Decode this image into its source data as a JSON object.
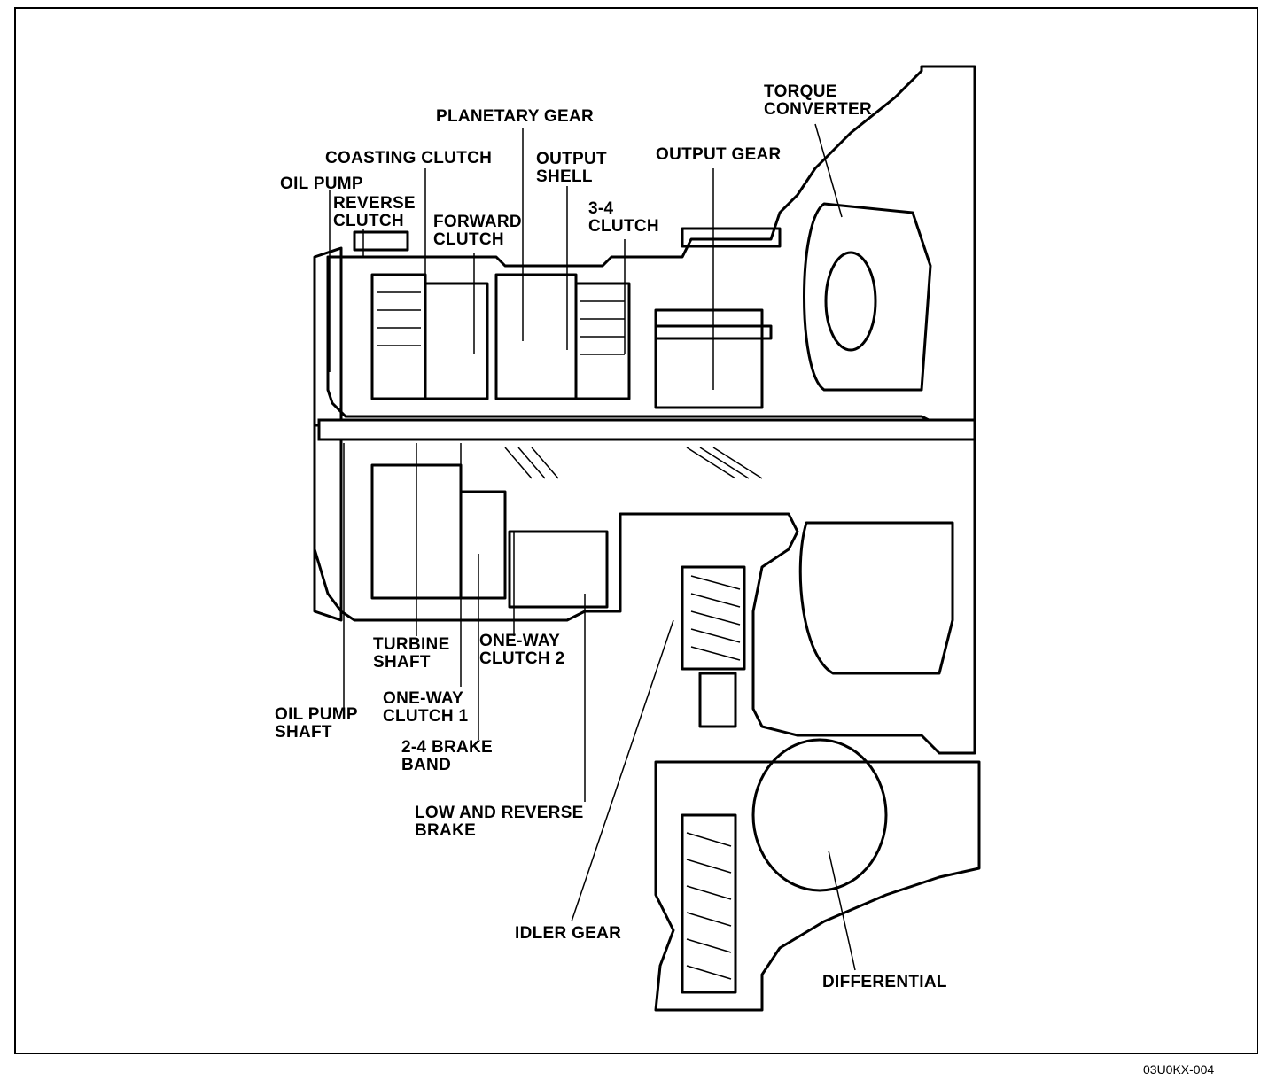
{
  "labels": {
    "torque_converter": [
      "TORQUE",
      "CONVERTER"
    ],
    "planetary_gear": [
      "PLANETARY GEAR"
    ],
    "coasting_clutch": [
      "COASTING CLUTCH"
    ],
    "output_shell": [
      "OUTPUT",
      "SHELL"
    ],
    "output_gear": [
      "OUTPUT GEAR"
    ],
    "oil_pump": [
      "OIL PUMP"
    ],
    "reverse_clutch": [
      "REVERSE",
      "CLUTCH"
    ],
    "forward_clutch": [
      "FORWARD",
      "CLUTCH"
    ],
    "clutch_3_4": [
      "3-4",
      "CLUTCH"
    ],
    "turbine_shaft": [
      "TURBINE",
      "SHAFT"
    ],
    "one_way_clutch_2": [
      "ONE-WAY",
      "CLUTCH 2"
    ],
    "one_way_clutch_1": [
      "ONE-WAY",
      "CLUTCH 1"
    ],
    "oil_pump_shaft": [
      "OIL PUMP",
      "SHAFT"
    ],
    "brake_band_2_4": [
      "2-4 BRAKE",
      "BAND"
    ],
    "low_reverse_brake": [
      "LOW AND REVERSE",
      "BRAKE"
    ],
    "idler_gear": [
      "IDLER GEAR"
    ],
    "differential": [
      "DIFFERENTIAL"
    ]
  },
  "figure_code": "03U0KX-004"
}
